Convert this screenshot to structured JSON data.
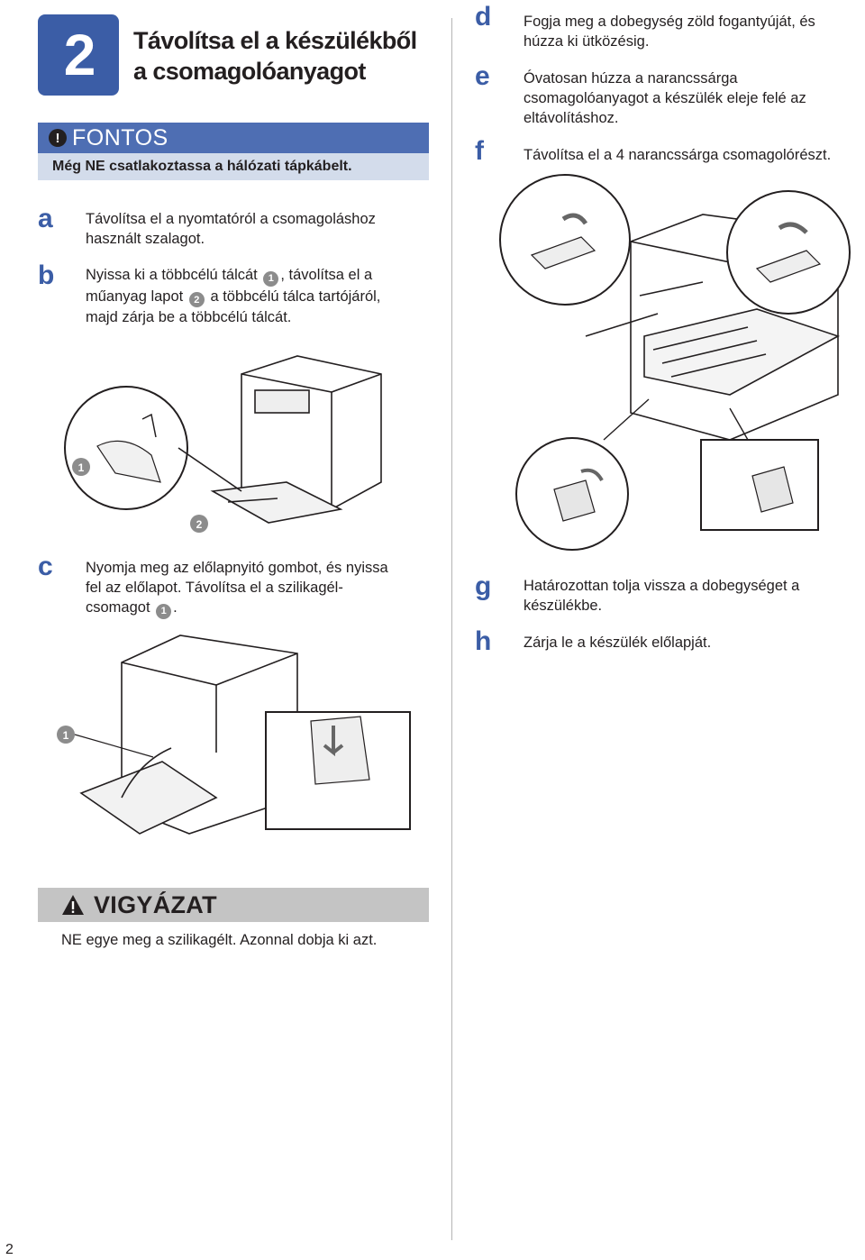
{
  "step": {
    "number": "2",
    "title_line1": "Távolítsa el a készülékből",
    "title_line2": "a csomagolóanyagot"
  },
  "important": {
    "heading": "FONTOS",
    "text": "Még NE csatlakoztassa a hálózati tápkábelt."
  },
  "left_steps": {
    "a": {
      "letter": "a",
      "line1": "Távolítsa el a nyomtatóról a csomagoláshoz",
      "line2": "használt szalagot."
    },
    "b": {
      "letter": "b",
      "line1_pre": "Nyissa ki a többcélú tálcát",
      "line1_post": ", távolítsa el a",
      "line2_pre": "műanyag lapot",
      "line2_post": "a többcélú tálca tartójáról,",
      "line3": "majd zárja be a többcélú tálcát."
    },
    "c": {
      "letter": "c",
      "line1": "Nyomja meg az előlapnyitó gombot, és nyissa",
      "line2": "fel az előlapot. Távolítsa el a szilikagél-",
      "line3_pre": "csomagot",
      "line3_post": "."
    }
  },
  "right_steps": {
    "d": {
      "letter": "d",
      "line1": "Fogja meg a dobegység zöld fogantyúját, és",
      "line2": "húzza ki ütközésig."
    },
    "e": {
      "letter": "e",
      "line1": "Óvatosan húzza a narancssárga",
      "line2": "csomagolóanyagot a készülék eleje felé az",
      "line3": "eltávolításhoz."
    },
    "f": {
      "letter": "f",
      "line1": "Távolítsa el a 4 narancssárga csomagolórészt."
    },
    "g": {
      "letter": "g",
      "line1": "Határozottan tolja vissza a dobegységet a",
      "line2": "készülékbe."
    },
    "h": {
      "letter": "h",
      "line1": "Zárja le a készülék előlapját."
    }
  },
  "callouts": {
    "one": "1",
    "two": "2"
  },
  "caution": {
    "heading": "VIGYÁZAT",
    "icon": "warning-triangle-icon",
    "text": "NE egye meg a szilikagélt. Azonnal dobja ki azt."
  },
  "page_number": "2",
  "colors": {
    "accent": "#3b5da6",
    "important_bar": "#4e6eb3",
    "important_body": "#d3dceb",
    "caution_bar": "#c4c4c4"
  }
}
